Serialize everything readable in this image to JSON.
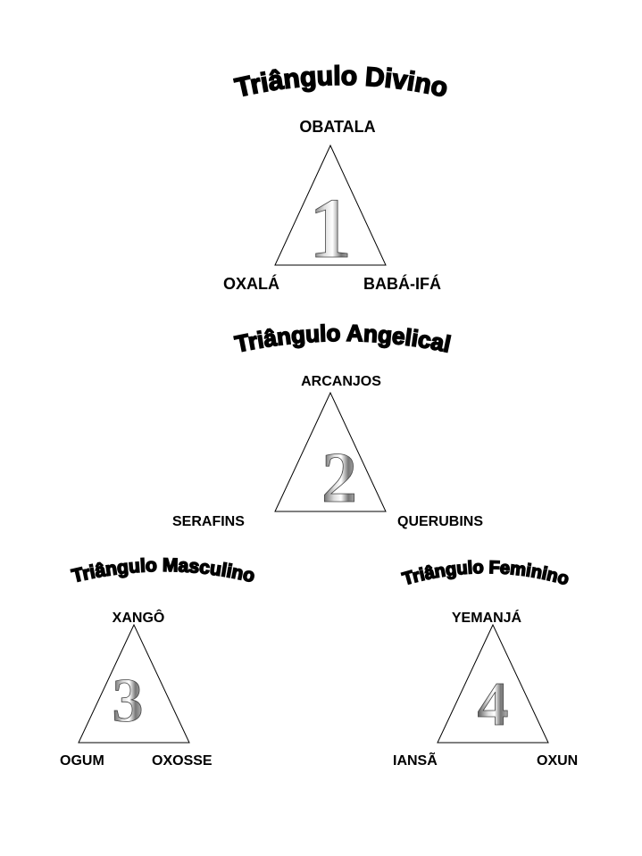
{
  "triangles": [
    {
      "title": "Triângulo  Divino",
      "number": "1",
      "top": "OBATALA",
      "left": "OXALÁ",
      "right": "BABÁ-IFÁ"
    },
    {
      "title": "Triângulo  Angelical",
      "number": "2",
      "top": "ARCANJOS",
      "left": "SERAFINS",
      "right": "QUERUBINS"
    },
    {
      "title": "Triângulo Masculino",
      "number": "3",
      "top": "XANGÔ",
      "left": "OGUM",
      "right": "OXOSSE"
    },
    {
      "title": "Triângulo Feminino",
      "number": "4",
      "top": "YEMANJÁ",
      "left": "IANSÃ",
      "right": "OXUN"
    }
  ]
}
